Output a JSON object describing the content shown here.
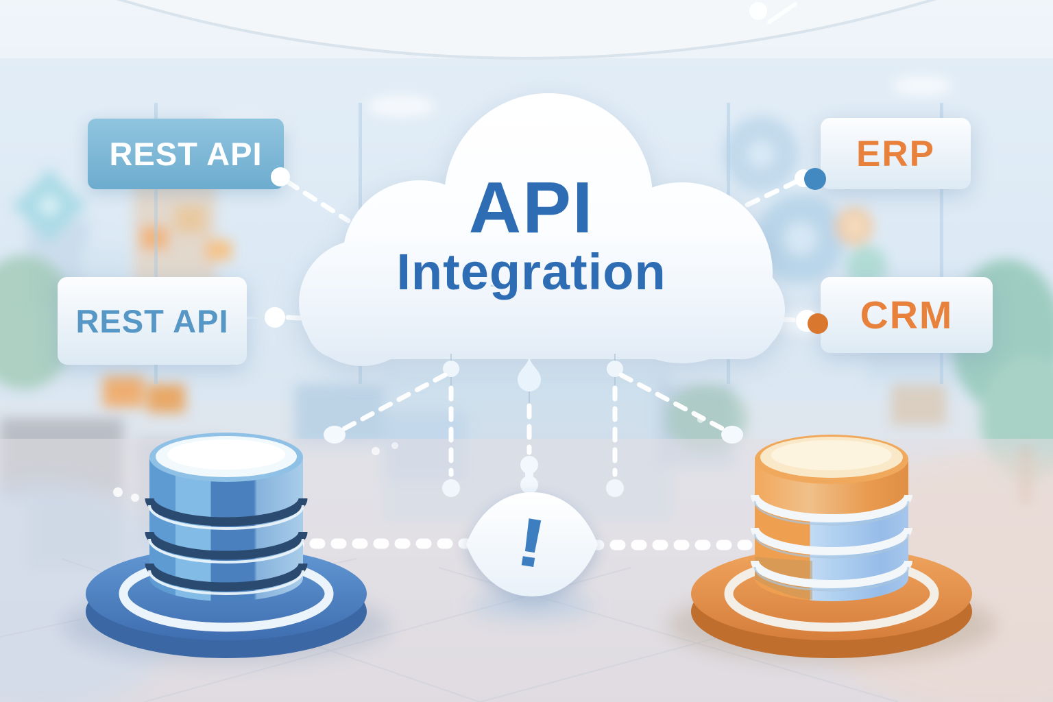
{
  "diagram": {
    "cloud": {
      "title_line1": "API",
      "title_line2": "Integration",
      "icon": "cloud-icon"
    },
    "nodes": {
      "rest_api_top": {
        "label": "REST API",
        "style": "blue-filled-badge"
      },
      "rest_api_left": {
        "label": "REST API",
        "style": "white-badge"
      },
      "erp": {
        "label": "ERP",
        "style": "white-badge"
      },
      "crm": {
        "label": "CRM",
        "style": "white-badge"
      }
    },
    "alert": {
      "symbol": "!",
      "icon": "alert-icon"
    },
    "databases": {
      "left": {
        "icon": "blue-database-icon",
        "segments": 4
      },
      "right": {
        "icon": "orange-blue-database-icon",
        "segments": 4
      }
    },
    "colors": {
      "cloud_text": "#2e6cb3",
      "blue_badge_fill": "#7fb9d8",
      "blue_badge_text": "#ffffff",
      "white_badge_text_blue": "#5697c6",
      "erp_crm_text": "#e8813c",
      "connector_white": "#ffffff",
      "erp_dot_blue": "#4189c0",
      "crm_dot_orange": "#d9772f",
      "database_left_blue": "#4d84c2",
      "database_right_orange": "#e8954e",
      "database_right_blue": "#a9cdee",
      "alert_mark_blue": "#3d7ec0"
    }
  }
}
